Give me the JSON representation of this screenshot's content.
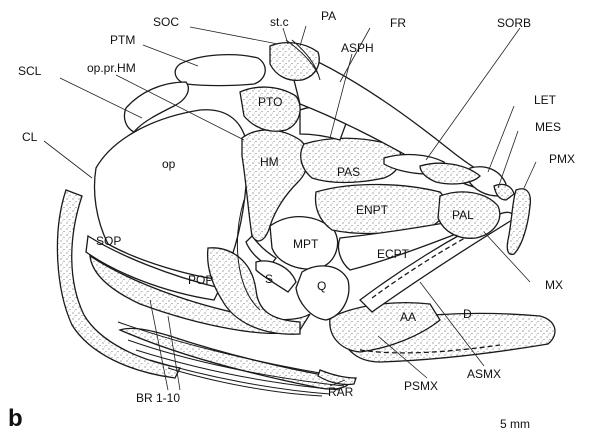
{
  "panel_letter": "b",
  "scale_bar": "5 mm",
  "labels": {
    "SOC": "SOC",
    "st_c": "st.c",
    "PA": "PA",
    "FR": "FR",
    "SORB": "SORB",
    "PTM": "PTM",
    "ASPH": "ASPH",
    "op_pr_HM": "op.pr.HM",
    "SCL": "SCL",
    "PTO": "PTO",
    "LET": "LET",
    "MES": "MES",
    "CL": "CL",
    "op": "op",
    "HM": "HM",
    "PAS": "PAS",
    "PMX": "PMX",
    "ENPT": "ENPT",
    "PAL": "PAL",
    "SOP": "SOP",
    "MPT": "MPT",
    "ECPT": "ECPT",
    "POP": "POP",
    "S": "S",
    "Q": "Q",
    "MX": "MX",
    "AA": "AA",
    "D": "D",
    "BR": "BR 1-10",
    "RAR": "RAR",
    "PSMX": "PSMX",
    "ASMX": "ASMX"
  }
}
